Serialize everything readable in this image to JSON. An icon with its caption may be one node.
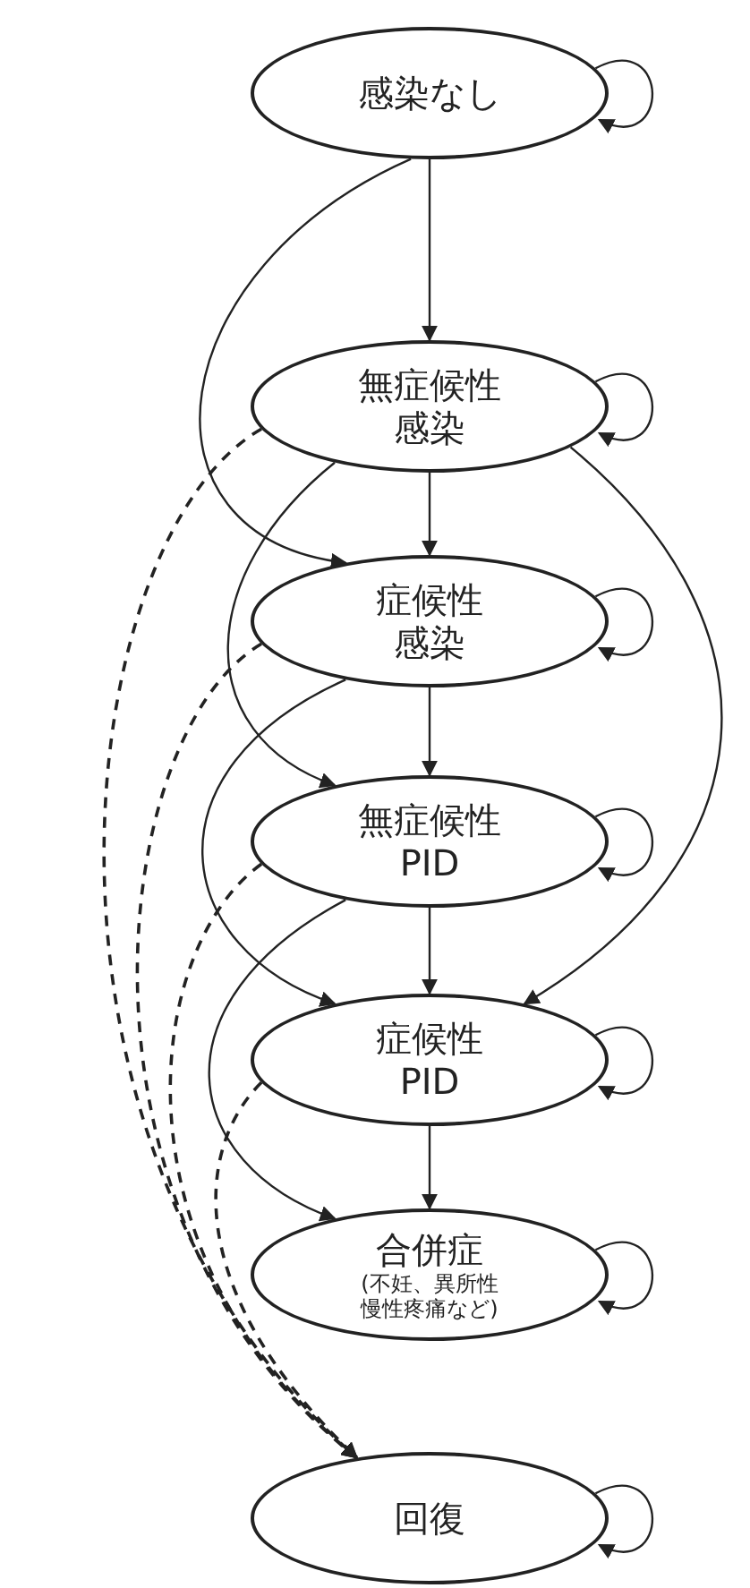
{
  "diagram": {
    "nodes": [
      {
        "text": [
          "感染なし"
        ]
      },
      {
        "text": [
          "無症候性感染"
        ]
      },
      {
        "text": [
          "症候性感染"
        ]
      },
      {
        "text": [
          "無症候性PID"
        ]
      },
      {
        "text": [
          "症候性PID"
        ]
      },
      {
        "text": [
          "合併症",
          "(不妊、異所性慢性疼痛など)"
        ]
      },
      {
        "text": [
          "回復"
        ]
      }
    ],
    "edges": [
      {
        "from": 0,
        "to": 0,
        "arrow": "to"
      },
      {
        "from": 0,
        "to": 1,
        "arrow": "to"
      },
      {
        "from": 0,
        "to": 2,
        "arrow": "to"
      },
      {
        "from": 1,
        "to": 1,
        "arrow": "to"
      },
      {
        "from": 1,
        "to": 2,
        "arrow": "to"
      },
      {
        "from": 1,
        "to": 3,
        "arrow": "to"
      },
      {
        "from": 1,
        "to": 4,
        "arrow": "to"
      },
      {
        "from": 1,
        "to": 6,
        "arrow": "to",
        "style": "dashed"
      },
      {
        "from": 2,
        "to": 2,
        "arrow": "to"
      },
      {
        "from": 2,
        "to": 3,
        "arrow": "to"
      },
      {
        "from": 2,
        "to": 4,
        "arrow": "to"
      },
      {
        "from": 2,
        "to": 6,
        "arrow": "to",
        "style": "dashed"
      },
      {
        "from": 3,
        "to": 3,
        "arrow": "to"
      },
      {
        "from": 3,
        "to": 4,
        "arrow": "to"
      },
      {
        "from": 3,
        "to": 5,
        "arrow": "to"
      },
      {
        "from": 3,
        "to": 6,
        "arrow": "to",
        "style": "dashed"
      },
      {
        "from": 4,
        "to": 4,
        "arrow": "to"
      },
      {
        "from": 4,
        "to": 5,
        "arrow": "to"
      },
      {
        "from": 4,
        "to": 6,
        "arrow": "to",
        "style": "dashed"
      },
      {
        "from": 5,
        "to": 5,
        "arrow": "to"
      },
      {
        "from": 6,
        "to": 6,
        "arrow": "to"
      }
    ]
  }
}
